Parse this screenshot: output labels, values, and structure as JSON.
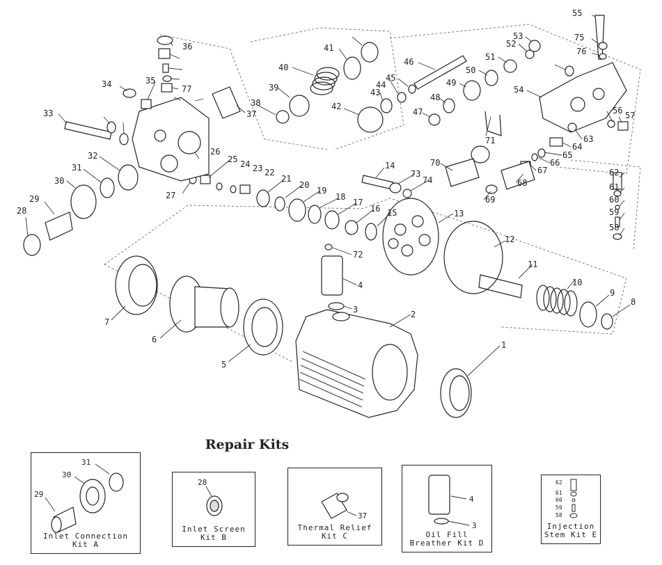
{
  "section_title": "Repair Kits",
  "part_labels": [
    "1",
    "2",
    "3",
    "4",
    "5",
    "6",
    "7",
    "8",
    "9",
    "10",
    "11",
    "12",
    "13",
    "14",
    "15",
    "16",
    "17",
    "18",
    "19",
    "20",
    "21",
    "22",
    "23",
    "24",
    "25",
    "26",
    "27",
    "28",
    "29",
    "30",
    "31",
    "32",
    "33",
    "34",
    "35",
    "36",
    "37",
    "38",
    "39",
    "40",
    "41",
    "42",
    "43",
    "44",
    "45",
    "46",
    "47",
    "48",
    "49",
    "50",
    "51",
    "52",
    "53",
    "54",
    "55",
    "56",
    "57",
    "58",
    "59",
    "60",
    "61",
    "62",
    "63",
    "64",
    "65",
    "66",
    "67",
    "68",
    "69",
    "70",
    "71",
    "72",
    "73",
    "74",
    "75",
    "76",
    "77"
  ],
  "kits": [
    {
      "name": "Inlet Connection\nKit A",
      "parts": [
        "31",
        "30",
        "29"
      ]
    },
    {
      "name": "Inlet Screen\nKit B",
      "parts": [
        "28"
      ]
    },
    {
      "name": "Thermal Relief\nKit C",
      "parts": [
        "37"
      ]
    },
    {
      "name": "Oil Fill\nBreather Kit D",
      "parts": [
        "4",
        "3"
      ]
    },
    {
      "name": "Injection\nStem Kit E",
      "parts": [
        "62",
        "61",
        "60",
        "59",
        "58"
      ]
    }
  ]
}
